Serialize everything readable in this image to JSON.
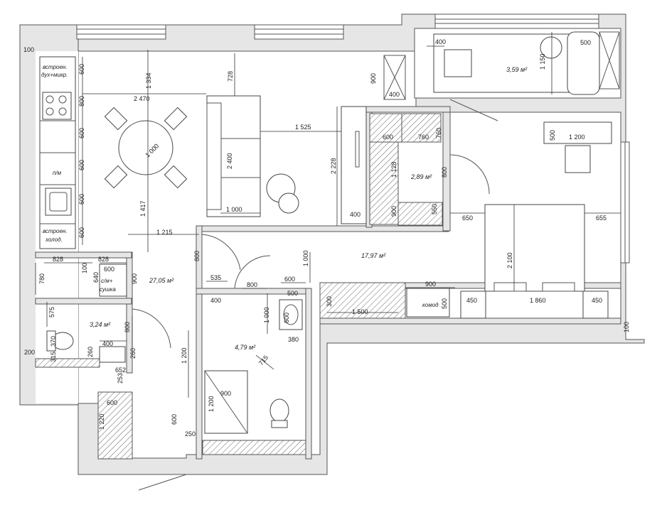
{
  "rooms": {
    "living_kitchen_area": "27,05 м²",
    "bedroom_area": "17,97 м²",
    "wardrobe_area": "2,89 м²",
    "balcony_area": "3,59 м²",
    "bathroom_area": "4,79 м²",
    "wc_area": "3,24 м²"
  },
  "labels": {
    "oven_line1": "встроен.",
    "oven_line2": "дух+микр.",
    "dishwasher": "п/м",
    "fridge_line1": "встроен.",
    "fridge_line2": "холод.",
    "washer_line1": "с/м+",
    "washer_line2": "сушка",
    "dresser": "комод"
  },
  "dimensions": {
    "d100_top": "100",
    "d600_k1": "600",
    "d800_k": "800",
    "d600_k2": "600",
    "d600_k3": "600",
    "d600_k4": "600",
    "d600_k5": "600",
    "d1334": "1 334",
    "d2470": "2 470",
    "d728": "728",
    "d1000_table": "1 000",
    "d1417": "1 417",
    "d1215": "1 215",
    "d2400": "2 400",
    "d1000_sofa": "1 000",
    "d1525": "1 525",
    "d2228": "2 228",
    "d400_liv": "400",
    "d900_niche": "900",
    "d400_niche": "400",
    "d400_bal": "400",
    "d500_bal": "500",
    "d1150": "1 150",
    "d600_w": "600",
    "d760_w": "760",
    "d760_wv": "760",
    "d1128": "1 128",
    "d900_wv": "900",
    "d550_w": "550",
    "d800_wd": "800",
    "d1200_desk": "1 200",
    "d500_desk": "500",
    "d650": "650",
    "d655": "655",
    "d2100": "2 100",
    "d1000_hall": "1 000",
    "d900_dresser": "900",
    "d500_dresser": "500",
    "d1500": "1 500",
    "d300_cab": "300",
    "d450_l": "450",
    "d1860": "1 860",
    "d450_r": "450",
    "d100_right": "100",
    "d828_a": "828",
    "d828_b": "828",
    "d100_s": "100",
    "d600_wash": "600",
    "d640": "640",
    "d780": "780",
    "d900_hall": "900",
    "d800_door1": "800",
    "d535": "535",
    "d800_door2": "800",
    "d600_door3": "600",
    "d400_bath": "400",
    "d500_sink": "500",
    "d600_sink": "600",
    "d380": "380",
    "d1000_bath": "1 000",
    "d715": "715",
    "d575": "575",
    "d370": "370",
    "d200": "200",
    "d315": "315",
    "d400_wc": "400",
    "d260_a": "260",
    "d260_b": "260",
    "d800_wcdoor": "800",
    "d1200_hall": "1 200",
    "d652": "652",
    "d253": "253",
    "d900_shower": "900",
    "d1200_shower": "1 200",
    "d600_st": "600",
    "d1220": "1 220",
    "d250": "250",
    "d600_v": "600"
  }
}
